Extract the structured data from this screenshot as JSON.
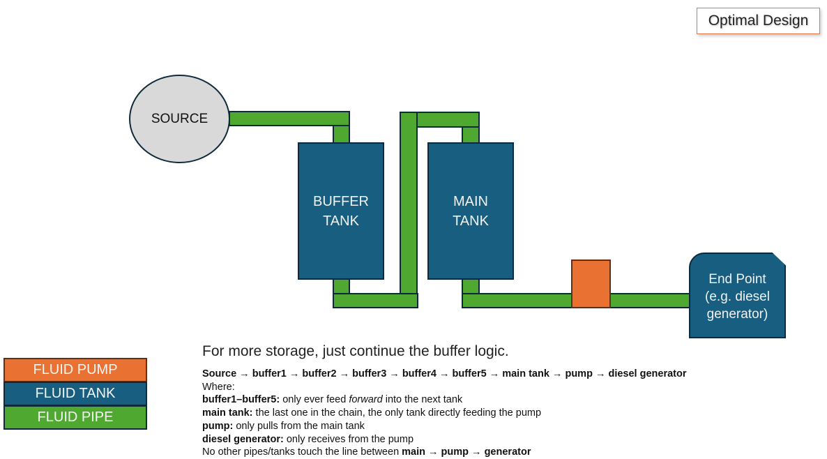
{
  "title": "Optimal Design",
  "colors": {
    "pipe": "#4fa830",
    "tank": "#175e80",
    "pump": "#e97132",
    "source": "#d9d9d9",
    "outline": "#0e2a3a",
    "title_border": "#e8743b"
  },
  "diagram": {
    "source_label": "SOURCE",
    "buffer_tank": {
      "line1": "BUFFER",
      "line2": "TANK"
    },
    "main_tank": {
      "line1": "MAIN",
      "line2": "TANK"
    },
    "end_point": {
      "line1": "End Point",
      "line2": "(e.g. diesel",
      "line3": "generator)"
    }
  },
  "legend": [
    {
      "label": "FLUID PUMP",
      "color": "#e97132"
    },
    {
      "label": "FLUID TANK",
      "color": "#175e80"
    },
    {
      "label": "FLUID PIPE",
      "color": "#4fa830"
    }
  ],
  "notes": {
    "heading": "For more storage, just continue the buffer logic.",
    "chain": "Source → buffer1 → buffer2 → buffer3 → buffer4 → buffer5 → main tank → pump → diesel generator",
    "where": "Where:",
    "items": [
      {
        "term": "buffer1–buffer5:",
        "pre": " only ever feed ",
        "em": "forward",
        "post": " into the next tank"
      },
      {
        "term": "main tank:",
        "text": " the last one in the chain, the only tank directly feeding the pump"
      },
      {
        "term": "pump:",
        "text": " only pulls from the main tank"
      },
      {
        "term": "diesel generator:",
        "text": " only receives from the pump"
      }
    ],
    "final": {
      "text": "No other pipes/tanks touch the line between ",
      "bold": "main → pump → generator"
    }
  }
}
